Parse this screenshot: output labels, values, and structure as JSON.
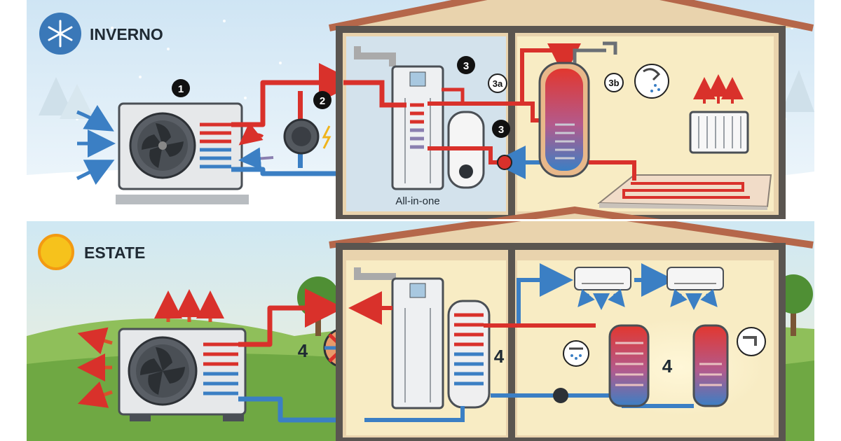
{
  "winter": {
    "title": "INVERNO",
    "icon": "snowflake-icon",
    "steps": {
      "outdoor_unit": "1",
      "compressor": "2",
      "dhw": "3",
      "dhw_tank_a": "3a",
      "shower_b": "3b",
      "lower": "3"
    },
    "allinone_label": "All-in-one"
  },
  "summer": {
    "title": "ESTATE",
    "icon": "sun-icon",
    "steps": {
      "valve": "4",
      "allinone": "4",
      "tanks": "4"
    }
  },
  "colors": {
    "hot": "#d9312b",
    "cold": "#3b7fc4",
    "wall": "#5a5550",
    "roof": "#b5674a",
    "attic": "#f3e3c4",
    "room_warm": "#f8ecc4",
    "winter_sky": "#d9ebf6",
    "summer_sky": "#cfe8f2"
  }
}
